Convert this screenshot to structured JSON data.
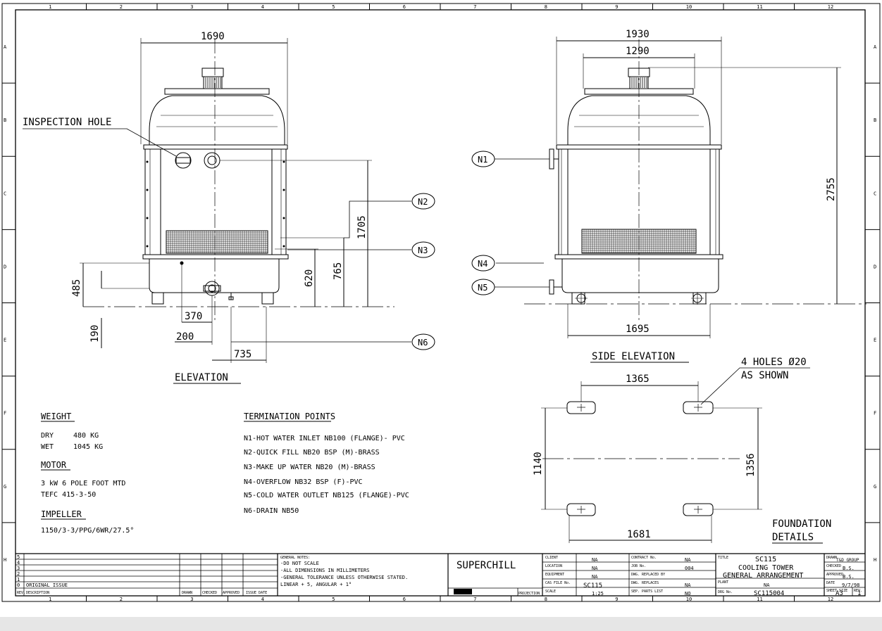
{
  "grid": {
    "cols": [
      "1",
      "2",
      "3",
      "4",
      "5",
      "6",
      "7",
      "8",
      "9",
      "10",
      "11",
      "12"
    ],
    "rows": [
      "A",
      "B",
      "C",
      "D",
      "E",
      "F",
      "G",
      "H"
    ]
  },
  "elevation": {
    "title": "ELEVATION",
    "inspection_label": "INSPECTION HOLE",
    "dims": {
      "width": "1690",
      "h1705": "1705",
      "h765": "765",
      "h620": "620",
      "h485": "485",
      "h190": "190",
      "d370": "370",
      "d200": "200",
      "d735": "735"
    },
    "tags": [
      "N2",
      "N3",
      "N6"
    ]
  },
  "side": {
    "title": "SIDE ELEVATION",
    "dims": {
      "w1930": "1930",
      "w1290": "1290",
      "h2755": "2755",
      "w1695": "1695"
    },
    "tags": [
      "N1",
      "N4",
      "N5"
    ]
  },
  "foundation": {
    "title_line1": "FOUNDATION",
    "title_line2": "DETAILS",
    "holes_line1": "4 HOLES Ø20",
    "holes_line2": "AS SHOWN",
    "dims": {
      "top": "1365",
      "left": "1140",
      "right": "1356",
      "bottom": "1681"
    }
  },
  "specs": {
    "weight_head": "WEIGHT",
    "dry_label": "DRY",
    "dry_value": "480 KG",
    "wet_label": "WET",
    "wet_value": "1045 KG",
    "motor_head": "MOTOR",
    "motor_line1": "3 kW 6 POLE FOOT MTD",
    "motor_line2": "TEFC 415-3-50",
    "impeller_head": "IMPELLER",
    "impeller_line": "1150/3-3/PPG/6WR/27.5°"
  },
  "termination": {
    "head": "TERMINATION POINTS",
    "items": [
      "N1-HOT WATER INLET NB100 (FLANGE)- PVC",
      "N2-QUICK FILL NB20 BSP (M)-BRASS",
      "N3-MAKE UP WATER NB20 (M)-BRASS",
      "N4-OVERFLOW NB32 BSP (F)-PVC",
      "N5-COLD WATER OUTLET NB125 (FLANGE)-PVC",
      "N6-DRAIN NB50"
    ]
  },
  "title_block": {
    "revisions": {
      "rows": [
        "5",
        "4",
        "3",
        "2",
        "1",
        "0"
      ],
      "rev0_desc": "ORIGINAL ISSUE",
      "h_rev": "REV.",
      "h_desc": "DESCRIPTION",
      "h_drawn": "DRAWN",
      "h_checked": "CHECKED",
      "h_approved": "APPROVED",
      "h_issue": "ISSUE DATE"
    },
    "notes": [
      "GENERAL NOTES:",
      "-DO NOT SCALE",
      "-ALL DIMENSIONS IN MILLIMETERS",
      "-GENERAL TOLERANCE UNLESS OTHERWISE STATED.",
      " LINEAR + 5, ANGULAR + 1°"
    ],
    "company": "SUPERCHILL",
    "projection_label": "PROJECTION",
    "info": [
      {
        "label": "CLIENT",
        "value": "NA"
      },
      {
        "label": "LOCATION",
        "value": "NA"
      },
      {
        "label": "EQUIPMENT",
        "value": "NA"
      },
      {
        "label": "CAS FILE No.",
        "value": "SC115"
      },
      {
        "label": "SCALE",
        "value": "1:25"
      }
    ],
    "info2": [
      {
        "label": "CONTRACT No.",
        "value": "NA"
      },
      {
        "label": "JOB No.",
        "value": "004"
      },
      {
        "label": "DWG. REPLACED BY",
        "value": ""
      },
      {
        "label": "DWG. REPLACES",
        "value": "NA"
      },
      {
        "label": "SEP. PARTS LIST",
        "value": "NO"
      }
    ],
    "title_label": "TITLE",
    "title_lines": [
      "SC115",
      "COOLING TOWER",
      "GENERAL ARRANGEMENT"
    ],
    "plant_label": "PLANT",
    "plant_value": "NA",
    "drg_label": "DRG No.",
    "drg_value": "SC115004",
    "drawn_label": "DRAWN",
    "drawn_value": "T&D GROUP",
    "checked_label": "CHECKED",
    "checked_value": "B.S.",
    "approved_label": "APPROVED",
    "approved_value": "B.S.",
    "date_label": "DATE",
    "date_value": "9/7/98",
    "sheet_label": "SHEET SIZE",
    "sheet_value": "A3",
    "rev_label": "REV.",
    "rev_value": "1"
  }
}
